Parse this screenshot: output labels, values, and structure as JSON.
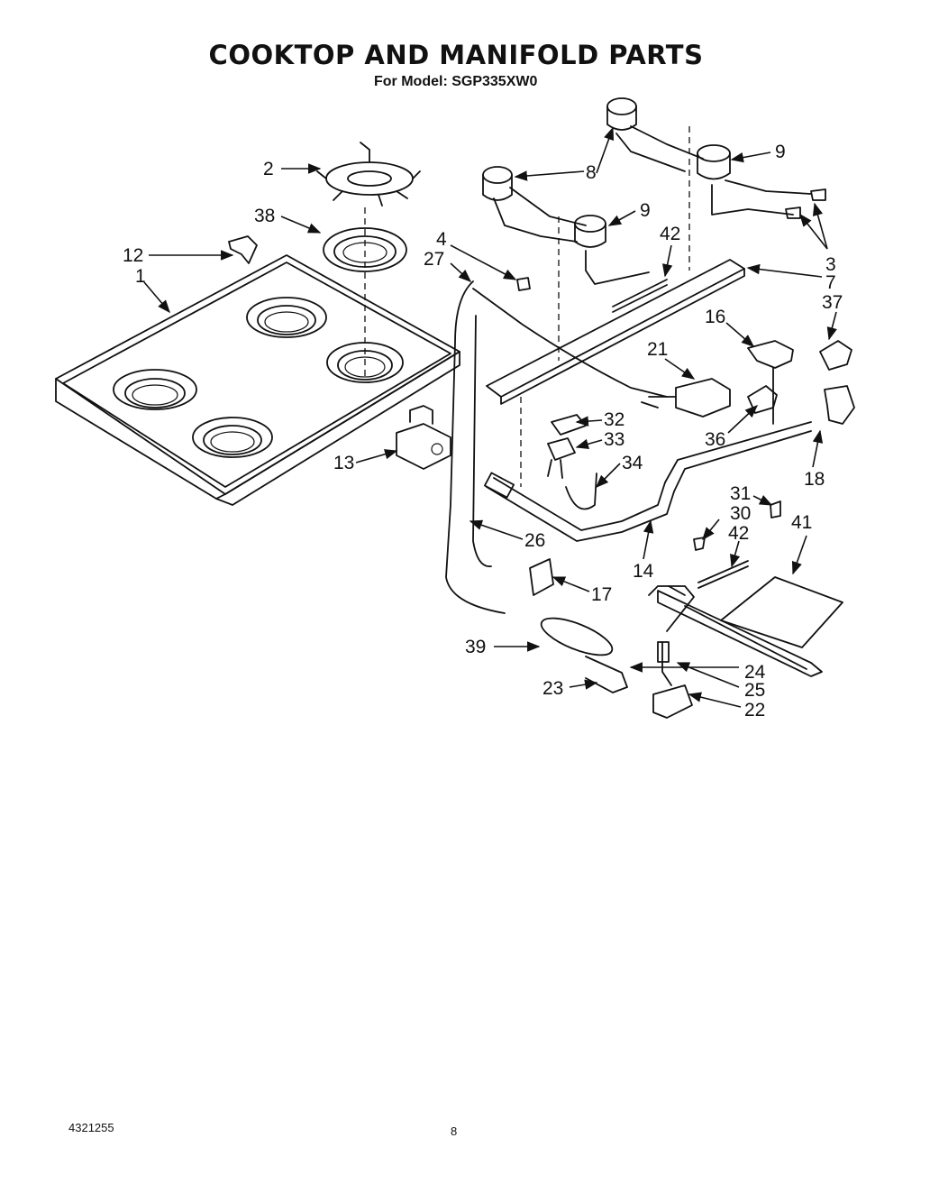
{
  "title": "COOKTOP AND MANIFOLD PARTS",
  "subtitle": "For Model: SGP335XW0",
  "doc_number": "4321255",
  "page_number": "8",
  "callouts": [
    "2",
    "38",
    "12",
    "1",
    "4",
    "27",
    "8",
    "9",
    "9",
    "42",
    "3",
    "7",
    "37",
    "16",
    "21",
    "32",
    "33",
    "34",
    "36",
    "18",
    "13",
    "26",
    "14",
    "17",
    "31",
    "30",
    "42",
    "41",
    "39",
    "23",
    "24",
    "25",
    "22"
  ]
}
